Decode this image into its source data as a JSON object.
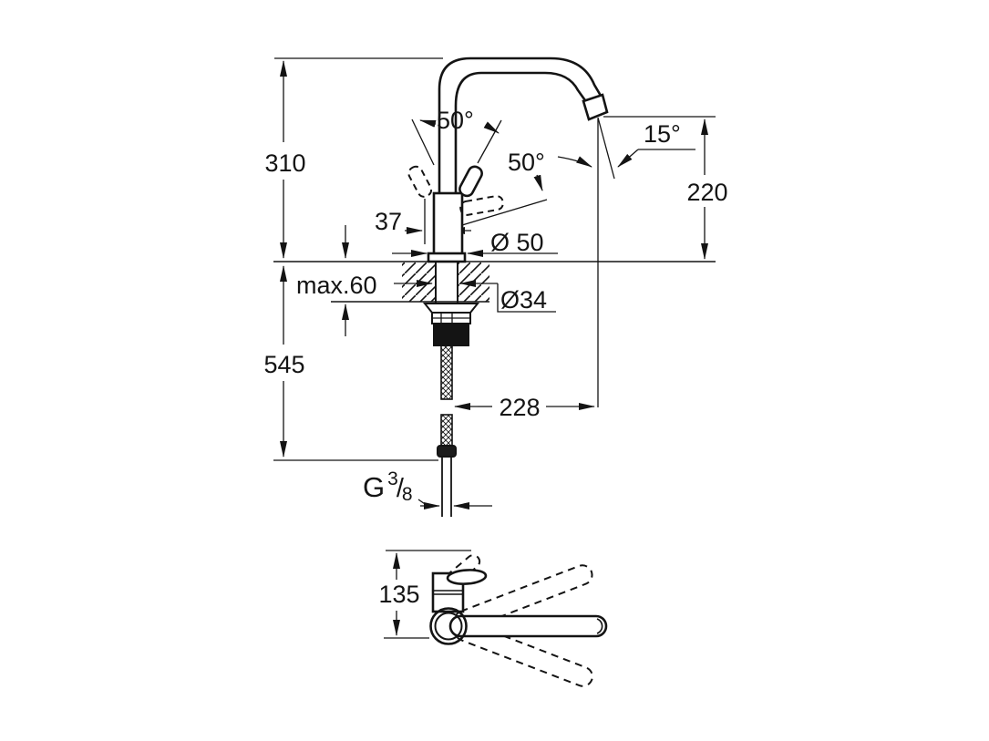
{
  "drawing": {
    "kind": "technical-dimension-drawing",
    "subject": "single-lever kitchen faucet, side view and top view",
    "background": "#ffffff",
    "line_color": "#141414",
    "units_implied": "mm"
  },
  "labels": {
    "d310": "310",
    "d545": "545",
    "d220": "220",
    "d228": "228",
    "d37": "37",
    "d135": "135",
    "dia50": "Ø 50",
    "dia34": "Ø34",
    "max60": "max.60",
    "a50_left": "50°",
    "a50_right": "50°",
    "a15": "15°",
    "g38": {
      "g": "G",
      "sup": "3",
      "slash": "/",
      "sub": "8"
    }
  },
  "dimension_list": [
    {
      "value": "310",
      "orientation": "vertical",
      "region": "above counter, left"
    },
    {
      "value": "545",
      "orientation": "vertical",
      "region": "below counter, left"
    },
    {
      "value": "220",
      "orientation": "vertical",
      "region": "spout outlet height, right"
    },
    {
      "value": "228",
      "orientation": "horizontal",
      "region": "spout reach from body axis"
    },
    {
      "value": "37",
      "orientation": "horizontal",
      "region": "lever offset at body"
    },
    {
      "value": "Ø 50",
      "orientation": "diameter",
      "region": "body base flange"
    },
    {
      "value": "Ø34",
      "orientation": "diameter",
      "region": "mounting shank in counter"
    },
    {
      "value": "max.60",
      "orientation": "vertical",
      "region": "max counter thickness"
    },
    {
      "value": "50°",
      "orientation": "angle",
      "region": "lever swing side"
    },
    {
      "value": "50°",
      "orientation": "angle",
      "region": "lever swing front"
    },
    {
      "value": "15°",
      "orientation": "angle",
      "region": "outlet tilt from vertical"
    },
    {
      "value": "G 3/8",
      "orientation": "thread",
      "region": "supply hose connection"
    },
    {
      "value": "135",
      "orientation": "vertical",
      "region": "top view body depth"
    }
  ]
}
